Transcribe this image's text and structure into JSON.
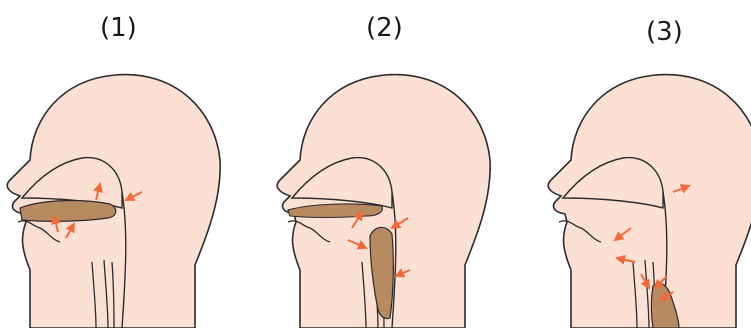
{
  "figure": {
    "panels": [
      {
        "label": "(1)"
      },
      {
        "label": "(2)"
      },
      {
        "label": "(3)"
      }
    ],
    "colors": {
      "skin": "#fde0d4",
      "outline": "#2b2b2b",
      "bolus": "#b88a62",
      "arrow": "#f26a3a"
    }
  }
}
